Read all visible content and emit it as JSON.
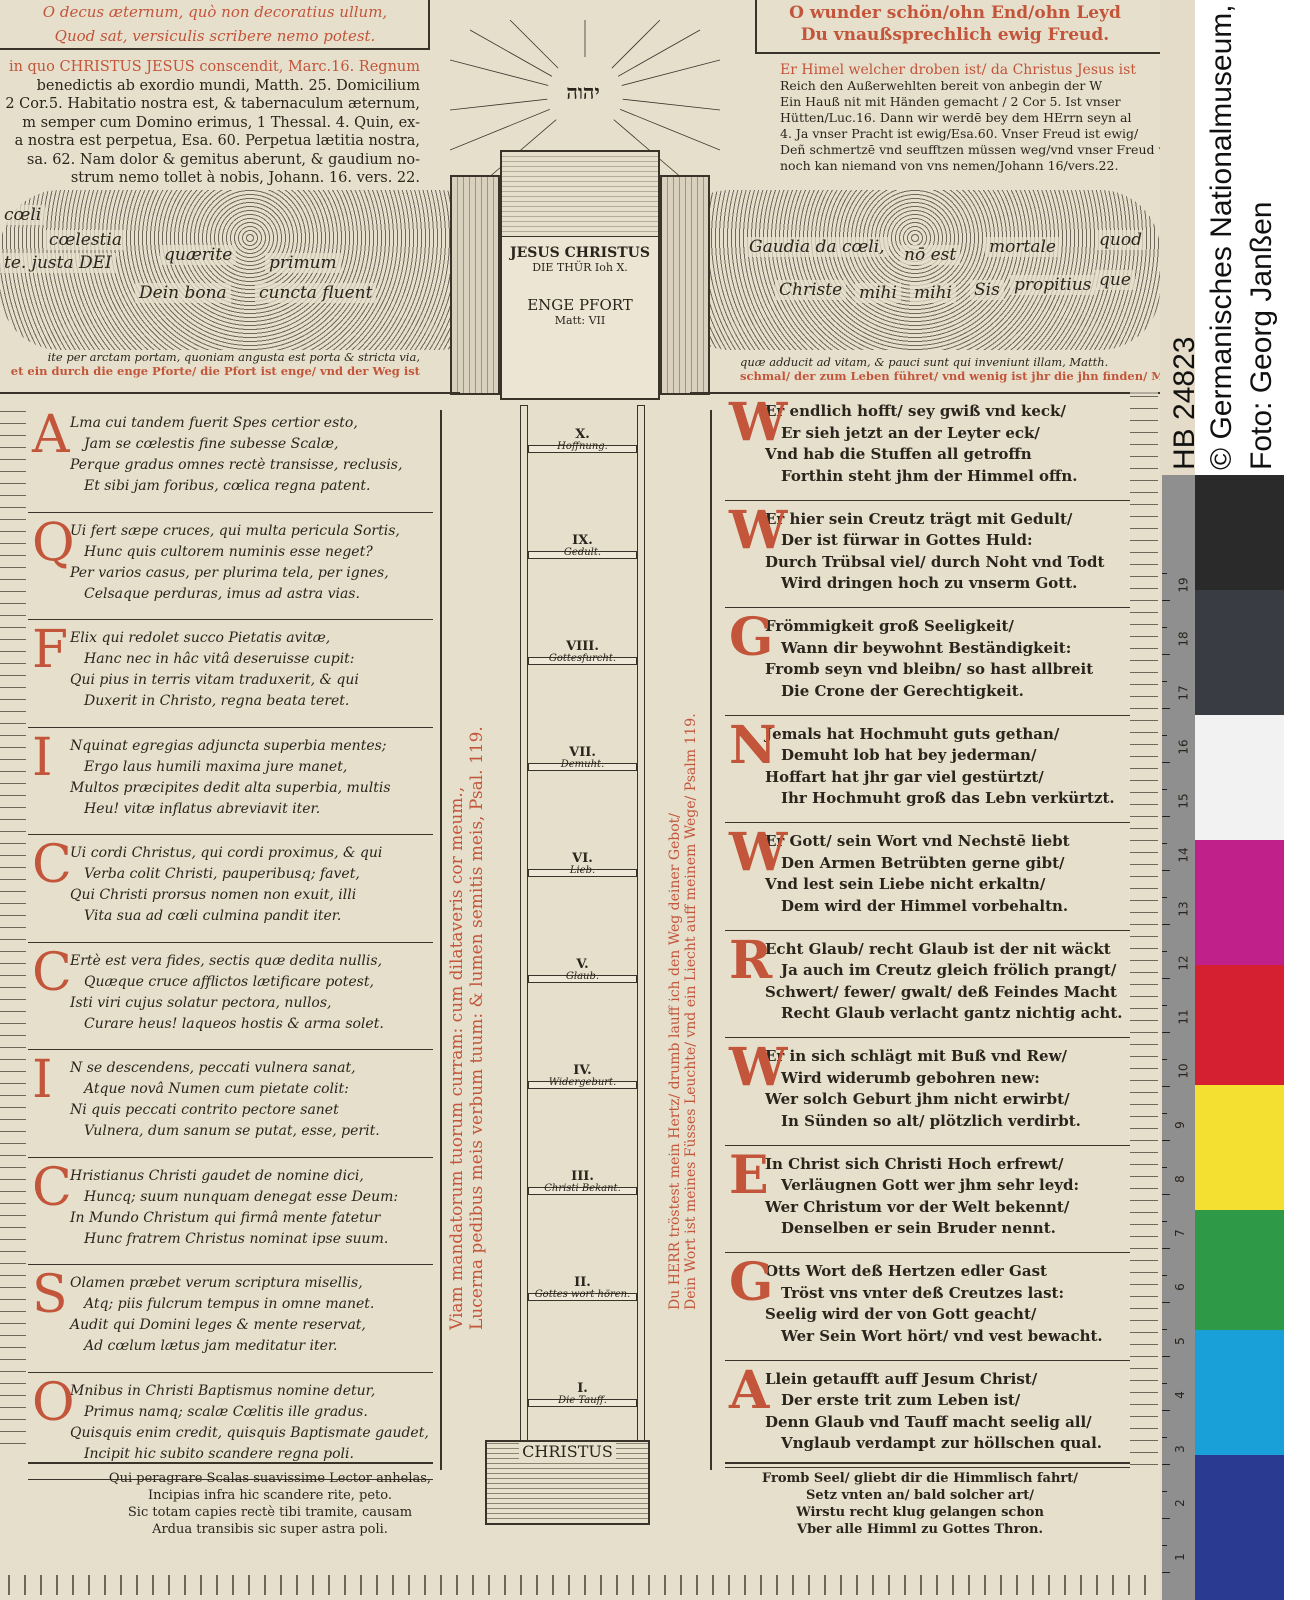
{
  "top_left": {
    "lines": [
      "O decus æternum, quò non decoratius ullum,",
      "Quod sat, versiculis scribere nemo potest."
    ]
  },
  "top_right": {
    "lines": [
      "O wunder schön/ohn End/ohn Leyd",
      "Du vnaußsprechlich ewig Freud."
    ]
  },
  "latin_intro": {
    "red": "in quo CHRISTUS JESUS conscendit, Marc.16. Regnum",
    "lines": [
      "benedictis ab exordio mundi, Matth. 25. Domicilium",
      "2 Cor.5. Habitatio nostra est, & tabernaculum æternum,",
      "m semper cum Domino erimus, 1 Thessal. 4. Quin, ex-",
      "a nostra est perpetua, Esa. 60. Perpetua lætitia nostra,",
      "sa. 62. Nam dolor & gemitus aberunt, & gaudium no-",
      "strum nemo tollet à nobis, Johann. 16. vers. 22."
    ]
  },
  "german_intro": {
    "red": "Er Himel welcher droben ist/ da Christus Jesus ist",
    "lines": [
      "Reich den Außerwehlten bereit von anbegin der W",
      "Ein Hauß nit mit Händen gemacht / 2 Cor 5. Ist vnser",
      "Hütten/Luc.16. Dann wir werdē bey dem HErrn seyn al",
      "4. Ja vnser Pracht ist ewig/Esa.60. Vnser Freud ist ewig/",
      "Deñ schmertzē vnd seufftzen müssen weg/vnd vnser Freud wi",
      "noch kan niemand von vns nemen/Johann 16/vers.22."
    ]
  },
  "sun_label": "יהוה",
  "gate": {
    "line1": "JESUS CHRISTUS",
    "line2": "DIE THÜR Ioh X.",
    "line3": "ENGE PFORT",
    "line4": "Matt: VII"
  },
  "cloud_left": [
    "cœli",
    "cœlestia",
    "quærite",
    "primum",
    "te. justa DEI",
    "Dein bona",
    "cuncta fluent"
  ],
  "cloud_right": [
    "Gaudia da cœli,",
    "nō est",
    "mortale",
    "quod",
    "Christe",
    "mihi",
    "mihi",
    "Sis",
    "propitius",
    "que"
  ],
  "banner_left": {
    "latin": "ite per arctam portam, quoniam angusta est porta & stricta via,",
    "german": "et ein durch die enge Pforte/ die Pfort ist enge/ vnd der Weg ist"
  },
  "banner_right": {
    "latin": "quæ adducit ad vitam, & pauci sunt qui inveniunt illam, Matth.",
    "german": "schmal/ der zum Leben führet/ vnd wenig ist jhr die jhn finden/ M"
  },
  "latin_stanzas": [
    {
      "initial": "A",
      "lines": [
        "Lma cui tandem fuerit Spes certior esto,",
        "Jam se cœlestis fine subesse Scalæ,",
        "Perque gradus omnes rectè transisse, reclusis,",
        "Et sibi jam foribus, cœlica regna patent."
      ]
    },
    {
      "initial": "Q",
      "lines": [
        "Ui fert sæpe cruces, qui multa pericula Sortis,",
        "Hunc quis cultorem numinis esse neget?",
        "Per varios casus, per plurima tela, per ignes,",
        "Celsaque perduras, imus ad astra vias."
      ]
    },
    {
      "initial": "F",
      "lines": [
        "Elix qui redolet succo Pietatis avitæ,",
        "Hanc nec in hâc vitâ deseruisse cupit:",
        "Qui pius in terris vitam traduxerit, & qui",
        "Duxerit in Christo, regna beata teret."
      ]
    },
    {
      "initial": "I",
      "lines": [
        "Nquinat egregias adjuncta superbia mentes;",
        "Ergo laus humili maxima jure manet,",
        "Multos præcipites dedit alta superbia, multis",
        "Heu! vitæ inflatus abreviavit iter."
      ]
    },
    {
      "initial": "C",
      "lines": [
        "Ui cordi Christus, qui cordi proximus, & qui",
        "Verba colit Christi, pauperibusq; favet,",
        "Qui Christi prorsus nomen non exuit, illi",
        "Vita sua ad cœli culmina pandit iter."
      ]
    },
    {
      "initial": "C",
      "lines": [
        "Ertè est vera fides, sectis quæ dedita nullis,",
        "Quæque cruce afflictos lætificare potest,",
        "Isti viri cujus solatur pectora, nullos,",
        "Curare heus! laqueos hostis & arma solet."
      ]
    },
    {
      "initial": "I",
      "lines": [
        "N se descendens, peccati vulnera sanat,",
        "Atque novâ Numen cum pietate colit:",
        "Ni quis peccati contrito pectore sanet",
        "Vulnera, dum sanum se putat, esse, perit."
      ]
    },
    {
      "initial": "C",
      "lines": [
        "Hristianus Christi gaudet de nomine dici,",
        "Huncq; suum nunquam denegat esse Deum:",
        "In Mundo Christum qui firmâ mente fatetur",
        "Hunc fratrem Christus nominat ipse suum."
      ]
    },
    {
      "initial": "S",
      "lines": [
        "Olamen præbet verum scriptura misellis,",
        "Atq; piis fulcrum tempus in omne manet.",
        "Audit qui Domini leges & mente reservat,",
        "Ad cœlum lætus jam meditatur iter."
      ]
    },
    {
      "initial": "O",
      "lines": [
        "Mnibus in Christi Baptismus nomine detur,",
        "Primus namq; scalæ Cœlitis ille gradus.",
        "Quisquis enim credit, quisquis Baptismate gaudet,",
        "Incipit hic subito scandere regna poli."
      ]
    }
  ],
  "german_stanzas": [
    {
      "initial": "W",
      "lines": [
        "Er endlich hofft/ sey gwiß vnd keck/",
        "Er sieh jetzt an der Leyter eck/",
        "Vnd hab die Stuffen all getroffn",
        "Forthin steht jhm der Himmel offn."
      ]
    },
    {
      "initial": "W",
      "lines": [
        "Er hier sein Creutz trägt mit Gedult/",
        "Der ist fürwar in Gottes Huld:",
        "Durch Trübsal viel/ durch Noht vnd Todt",
        "Wird dringen hoch zu vnserm Gott."
      ]
    },
    {
      "initial": "G",
      "lines": [
        "Frömmigkeit groß Seeligkeit/",
        "Wann dir beywohnt Beständigkeit:",
        "Fromb seyn vnd bleibn/ so hast allbreit",
        "Die Crone der Gerechtigkeit."
      ]
    },
    {
      "initial": "N",
      "lines": [
        "Jemals hat Hochmuht guts gethan/",
        "Demuht lob hat bey jederman/",
        "Hoffart hat jhr gar viel gestürtzt/",
        "Ihr Hochmuht groß das Lebn verkürtzt."
      ]
    },
    {
      "initial": "W",
      "lines": [
        "Er Gott/ sein Wort vnd Nechstē liebt",
        "Den Armen Betrübten gerne gibt/",
        "Vnd lest sein Liebe nicht erkaltn/",
        "Dem wird der Himmel vorbehaltn."
      ]
    },
    {
      "initial": "R",
      "lines": [
        "Echt Glaub/ recht Glaub ist der nit wäckt",
        "Ja auch im Creutz gleich frölich prangt/",
        "Schwert/ fewer/ gwalt/ deß Feindes Macht",
        "Recht Glaub verlacht gantz nichtig acht."
      ]
    },
    {
      "initial": "W",
      "lines": [
        "Er in sich schlägt mit Buß vnd Rew/",
        "Wird widerumb gebohren new:",
        "Wer solch Geburt jhm nicht erwirbt/",
        "In Sünden so alt/ plötzlich verdirbt."
      ]
    },
    {
      "initial": "E",
      "lines": [
        "In Christ sich Christi Hoch erfrewt/",
        "Verläugnen Gott wer jhm sehr leyd:",
        "Wer Christum vor der Welt bekennt/",
        "Denselben er sein Bruder nennt."
      ]
    },
    {
      "initial": "G",
      "lines": [
        "Otts Wort deß Hertzen edler Gast",
        "Tröst vns vnter deß Creutzes last:",
        "Seelig wird der von Gott geacht/",
        "Wer Sein Wort hört/ vnd vest bewacht."
      ]
    },
    {
      "initial": "A",
      "lines": [
        "Llein getaufft auff Jesum Christ/",
        "Der erste trit zum Leben ist/",
        "Denn Glaub vnd Tauff macht seelig all/",
        "Vnglaub verdampt zur höllschen qual."
      ]
    }
  ],
  "ladder": {
    "base": "CHRISTUS",
    "rungs": [
      {
        "num": "X.",
        "label": "Hoffnung."
      },
      {
        "num": "IX.",
        "label": "Gedult."
      },
      {
        "num": "VIII.",
        "label": "Gottesfurcht."
      },
      {
        "num": "VII.",
        "label": "Demuht."
      },
      {
        "num": "VI.",
        "label": "Lieb."
      },
      {
        "num": "V.",
        "label": "Glaub."
      },
      {
        "num": "IV.",
        "label": "Widergeburt."
      },
      {
        "num": "III.",
        "label": "Christi Bekant."
      },
      {
        "num": "II.",
        "label": "Gottes wort hören."
      },
      {
        "num": "I.",
        "label": "Die Tauff."
      }
    ]
  },
  "vertical_left": [
    "Viam mandatorum tuorum curram: cum dilataveris cor meum.,",
    "Lucerna pedibus meis verbum tuum: & lumen semitis meis, Psal. 119."
  ],
  "vertical_right": [
    "Du HERR tröstest mein Hertz/ drumb lauff ich den Weg deiner Gebot/",
    "Dein Wort ist meines Füsses Leuchte/ vnd ein Liecht auff meinem Wege/ Psalm 119."
  ],
  "footer_left": [
    "Qui peragrare Scalas suavissime Lector anhelas,",
    "Incipias infra hic scandere rite, peto.",
    "Sic totam capies rectè tibi tramite, causam",
    "Ardua transibis sic super astra poli."
  ],
  "footer_right": [
    "Fromb Seel/ gliebt dir die Himmlisch fahrt/",
    "Setz vnten an/ bald solcher art/",
    "Wirstu recht klug gelangen schon",
    "Vber alle Himml zu Gottes Thron."
  ],
  "credit": {
    "line1": "HB 24823",
    "line2": "© Germanisches Nationalmuseum,",
    "line3": "Foto: Georg Janßen"
  },
  "ruler_numbers": [
    "1",
    "2",
    "3",
    "4",
    "5",
    "6",
    "7",
    "8",
    "9",
    "10",
    "11",
    "12",
    "13",
    "14",
    "15",
    "16",
    "17",
    "18",
    "19"
  ],
  "color_patches": [
    "#2a2a2a",
    "#3a3c44",
    "#f2f2f2",
    "#c0208a",
    "#d42030",
    "#f4e030",
    "#2e9a48",
    "#1aa0d8",
    "#2a3a90"
  ],
  "colors": {
    "paper": "#e6dfcc",
    "ink": "#2a241c",
    "red_ink": "#c2553a"
  }
}
